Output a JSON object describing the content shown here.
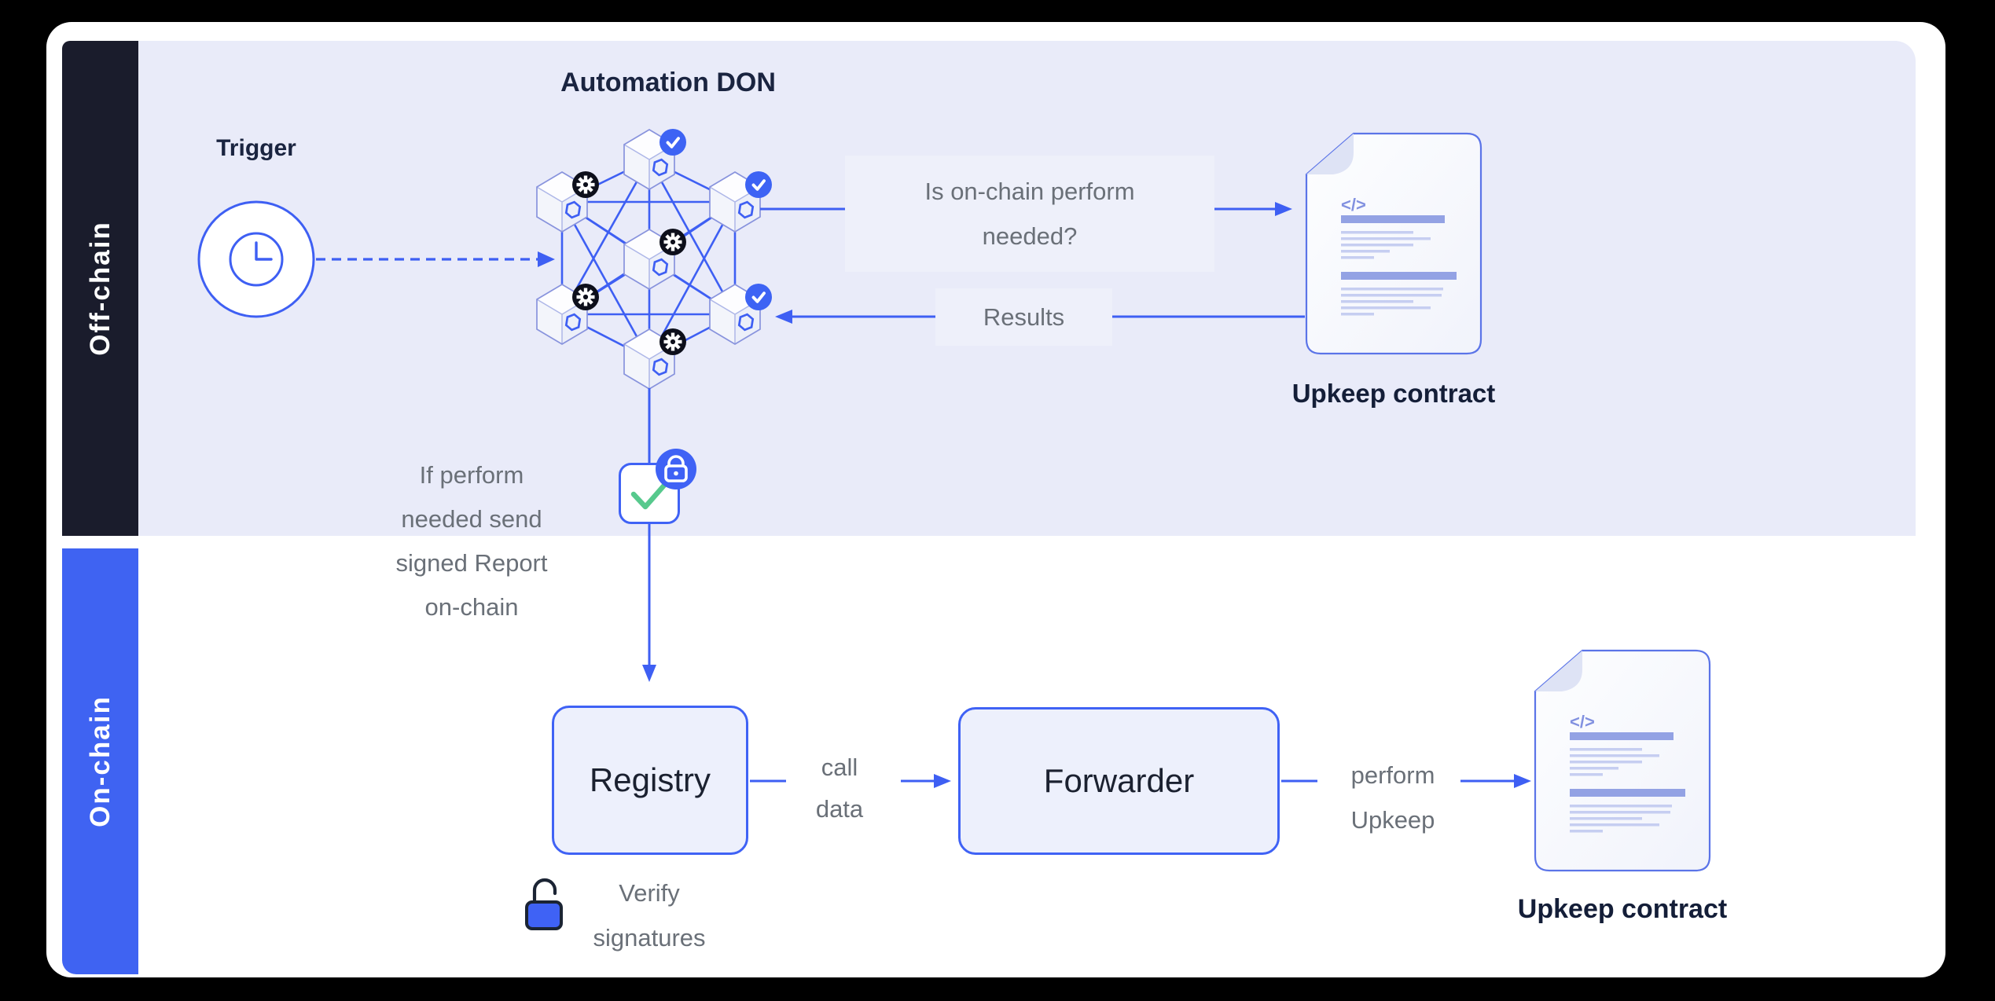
{
  "sections": {
    "offchain": "Off-chain",
    "onchain": "On-chain"
  },
  "don": {
    "title": "Automation DON"
  },
  "trigger": {
    "label": "Trigger"
  },
  "flow": {
    "question_line1": "Is on-chain perform",
    "question_line2": "needed?",
    "results": "Results",
    "report_note_line1": "If perform",
    "report_note_line2": "needed send",
    "report_note_line3": "signed Report",
    "report_note_line4": "on-chain",
    "call_data_line1": "call",
    "call_data_line2": "data",
    "perform_upkeep_line1": "perform",
    "perform_upkeep_line2": "Upkeep",
    "verify_line1": "Verify",
    "verify_line2": "signatures"
  },
  "boxes": {
    "registry": "Registry",
    "forwarder": "Forwarder"
  },
  "contracts": {
    "top_label": "Upkeep contract",
    "bottom_label": "Upkeep contract",
    "code_glyph": "</>"
  },
  "icons": {
    "trigger": "clock-icon",
    "don_node_ok": "check-badge-icon",
    "don_node_compute": "gear-icon",
    "signed_report": "lock-icon",
    "verify_signatures": "unlock-icon",
    "upkeep_contract": "document-icon"
  },
  "colors": {
    "accent_blue": "#3E5FF3",
    "sidebar_dark": "#1A1C2C",
    "sidebar_blue": "#3F63F2",
    "offchain_bg": "#E9EBF9",
    "badge_black": "#0D0F1B",
    "check_green": "#57C98D",
    "text_dark": "#1A2440",
    "text_gray": "#6A7078"
  }
}
